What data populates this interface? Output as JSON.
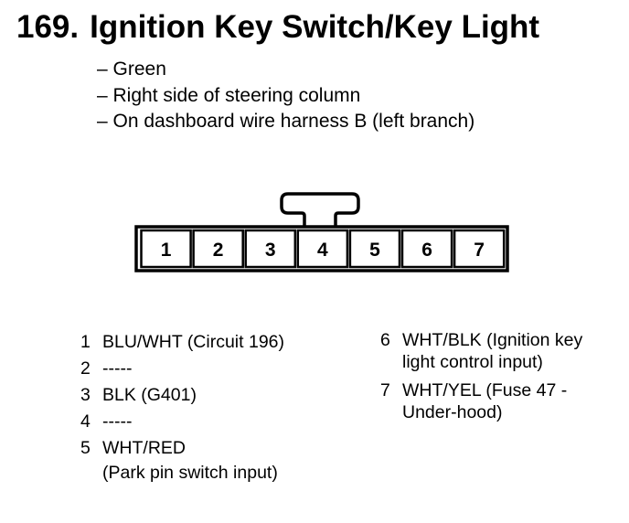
{
  "title": {
    "number": "169.",
    "text": "Ignition Key Switch/Key Light"
  },
  "details": [
    "– Green",
    "– Right side of steering column",
    "– On dashboard wire harness B (left branch)"
  ],
  "connector": {
    "pins": [
      "1",
      "2",
      "3",
      "4",
      "5",
      "6",
      "7"
    ]
  },
  "wires_left": [
    {
      "pin": "1",
      "desc": "BLU/WHT (Circuit 196)",
      "sub": ""
    },
    {
      "pin": "2",
      "desc": "-----",
      "sub": ""
    },
    {
      "pin": "3",
      "desc": "BLK (G401)",
      "sub": ""
    },
    {
      "pin": "4",
      "desc": "-----",
      "sub": ""
    },
    {
      "pin": "5",
      "desc": "WHT/RED",
      "sub": "(Park pin switch input)"
    }
  ],
  "wires_right": [
    {
      "pin": "6",
      "desc": "WHT/BLK (Ignition key",
      "sub": "light control input)"
    },
    {
      "pin": "7",
      "desc": "WHT/YEL (Fuse 47 -",
      "sub": "Under-hood)"
    }
  ]
}
